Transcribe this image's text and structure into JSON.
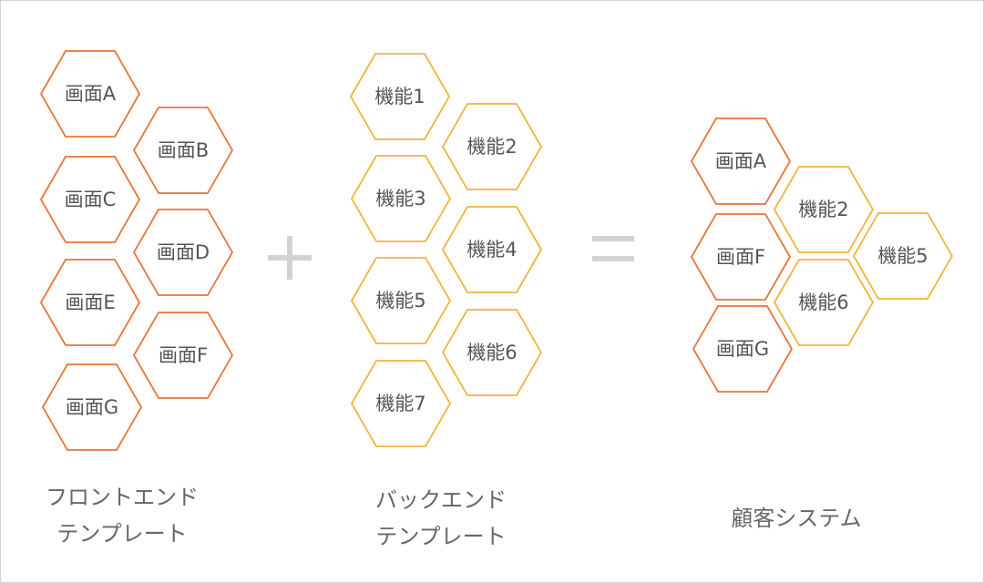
{
  "colors": {
    "screen": "#E8753A",
    "feature": "#F2B33D",
    "operator": "#D2D2D2",
    "text": "#555555",
    "caption": "#666666"
  },
  "front_templates": {
    "items": [
      "画面A",
      "画面B",
      "画面C",
      "画面D",
      "画面E",
      "画面F",
      "画面G"
    ],
    "caption_line1": "フロントエンド",
    "caption_line2": "テンプレート"
  },
  "back_templates": {
    "items": [
      "機能1",
      "機能2",
      "機能3",
      "機能4",
      "機能5",
      "機能6",
      "機能7"
    ],
    "caption_line1": "バックエンド",
    "caption_line2": "テンプレート"
  },
  "customer_system": {
    "screens": [
      "画面A",
      "画面F",
      "画面G"
    ],
    "features": [
      "機能2",
      "機能5",
      "機能6"
    ],
    "caption": "顧客システム"
  }
}
